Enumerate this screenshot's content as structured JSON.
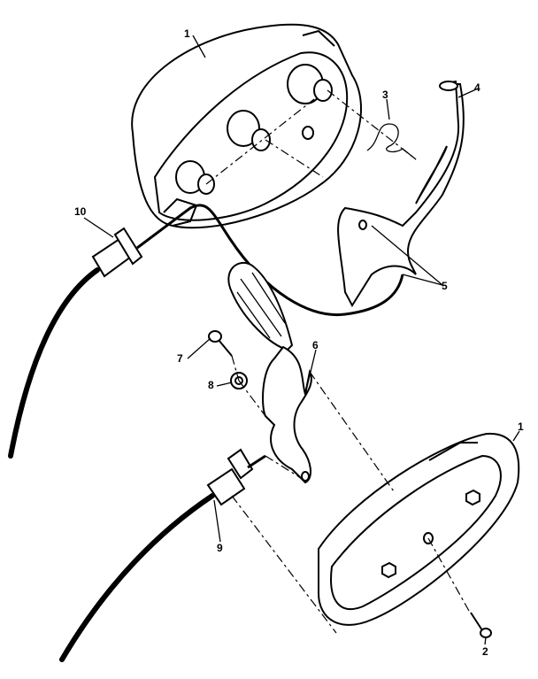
{
  "diagram": {
    "callouts": [
      {
        "id": "housing-upper",
        "text": "1"
      },
      {
        "id": "screw",
        "text": "2"
      },
      {
        "id": "spring",
        "text": "3"
      },
      {
        "id": "lever",
        "text": "4"
      },
      {
        "id": "wire-end",
        "text": "5"
      },
      {
        "id": "pedal-arm",
        "text": "6"
      },
      {
        "id": "bolt",
        "text": "7"
      },
      {
        "id": "washer",
        "text": "8"
      },
      {
        "id": "cable-lower",
        "text": "9"
      },
      {
        "id": "cable-upper",
        "text": "10"
      },
      {
        "id": "housing-lower",
        "text": "1"
      }
    ]
  }
}
